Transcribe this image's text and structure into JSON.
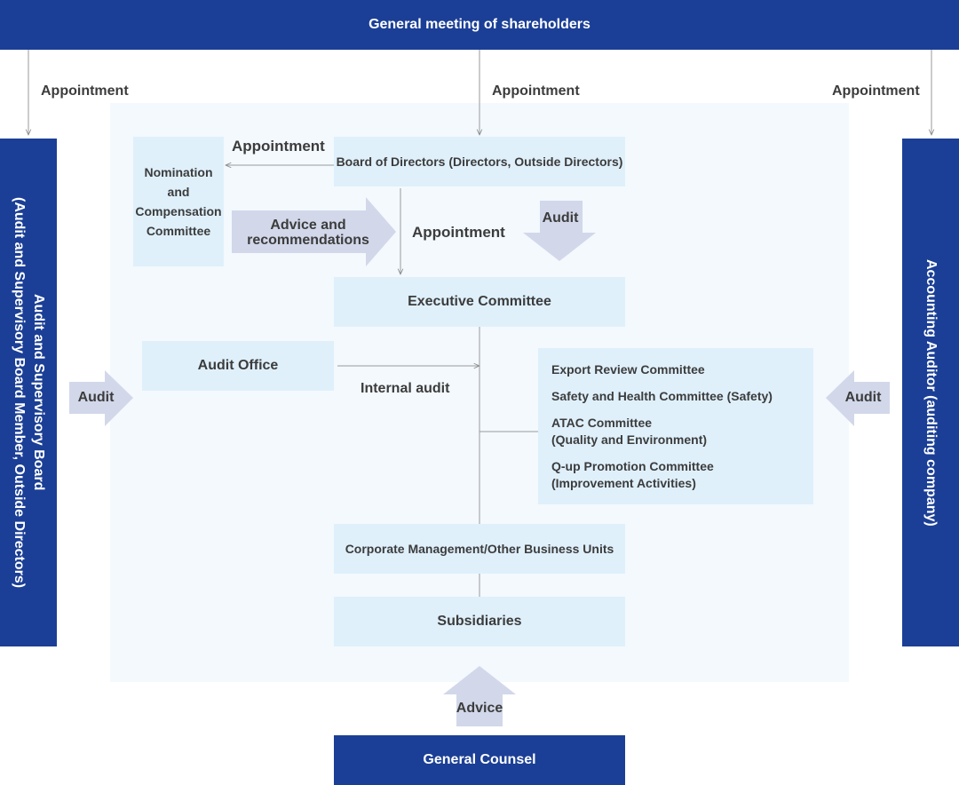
{
  "top_bar": {
    "label": "General meeting of shareholders"
  },
  "appointments": {
    "left": "Appointment",
    "center": "Appointment",
    "right": "Appointment",
    "to_nomination": "Appointment",
    "to_executive": "Appointment"
  },
  "left_board": {
    "line1": "Audit and Supervisory Board",
    "line2": "(Audit and Supervisory Board Member, Outside Directors)"
  },
  "right_board": {
    "label": "Accounting Auditor (auditing company)"
  },
  "nomination": {
    "lines": [
      "Nomination",
      "and",
      "Compensation",
      "Committee"
    ]
  },
  "board_of_directors": {
    "label": "Board of Directors (Directors, Outside Directors)"
  },
  "advice_arrow": {
    "line1": "Advice and",
    "line2": "recommendations"
  },
  "audit_arrows": {
    "top": "Audit",
    "left": "Audit",
    "right": "Audit"
  },
  "executive_committee": {
    "label": "Executive Committee"
  },
  "audit_office": {
    "label": "Audit Office"
  },
  "internal_audit": {
    "label": "Internal audit"
  },
  "committees": {
    "items": [
      {
        "line1": "Export Review Committee",
        "line2": ""
      },
      {
        "line1": "Safety and Health Committee (Safety)",
        "line2": ""
      },
      {
        "line1": "ATAC Committee",
        "line2": "(Quality and Environment)"
      },
      {
        "line1": "Q-up Promotion Committee",
        "line2": "(Improvement Activities)"
      }
    ]
  },
  "corporate": {
    "label": "Corporate Management/Other Business Units"
  },
  "subsidiaries": {
    "label": "Subsidiaries"
  },
  "advice_bottom": {
    "label": "Advice"
  },
  "general_counsel": {
    "label": "General Counsel"
  },
  "colors": {
    "navy": "#1b3f96",
    "light_box": "#dff0fb",
    "panel": "#f3f9fd",
    "arrow": "#d2d8ea",
    "text": "#3c3c3c"
  }
}
